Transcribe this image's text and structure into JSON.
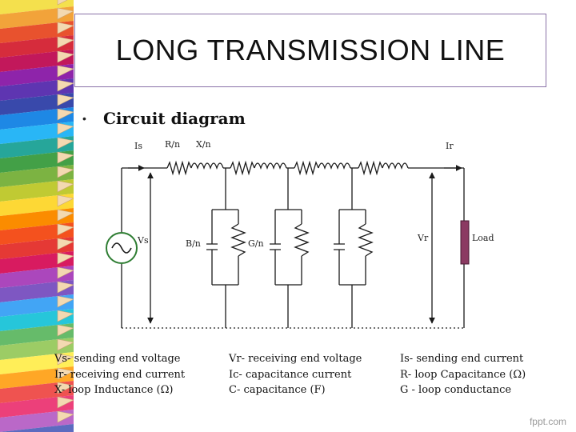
{
  "slide": {
    "title": "LONG TRANSMISSION LINE",
    "bullet_marker": "•",
    "bullet_text": "Circuit diagram",
    "watermark": "fppt.com"
  },
  "circuit": {
    "labels": {
      "is": "Is",
      "rn": "R/n",
      "xn": "X/n",
      "ir": "Ir",
      "vs": "Vs",
      "bn": "B/n",
      "gn": "G/n",
      "vr": "Vr",
      "load": "Load"
    },
    "colors": {
      "wire": "#1a1a1a",
      "load_fill": "#8b3a62",
      "source_circle": "#2e7d32"
    },
    "icons": [
      "ac-source-icon",
      "resistor-icon",
      "inductor-icon",
      "capacitor-icon",
      "load-icon"
    ]
  },
  "legend": {
    "col1": [
      "Vs- sending end voltage",
      "Ir- receiving end current",
      "X- loop Inductance (Ω)"
    ],
    "col2": [
      "Vr- receiving end voltage",
      "Ic- capacitance current",
      "C- capacitance (F)"
    ],
    "col3": [
      "Is- sending end current",
      "R- loop Capacitance (Ω)",
      "G - loop conductance"
    ]
  }
}
